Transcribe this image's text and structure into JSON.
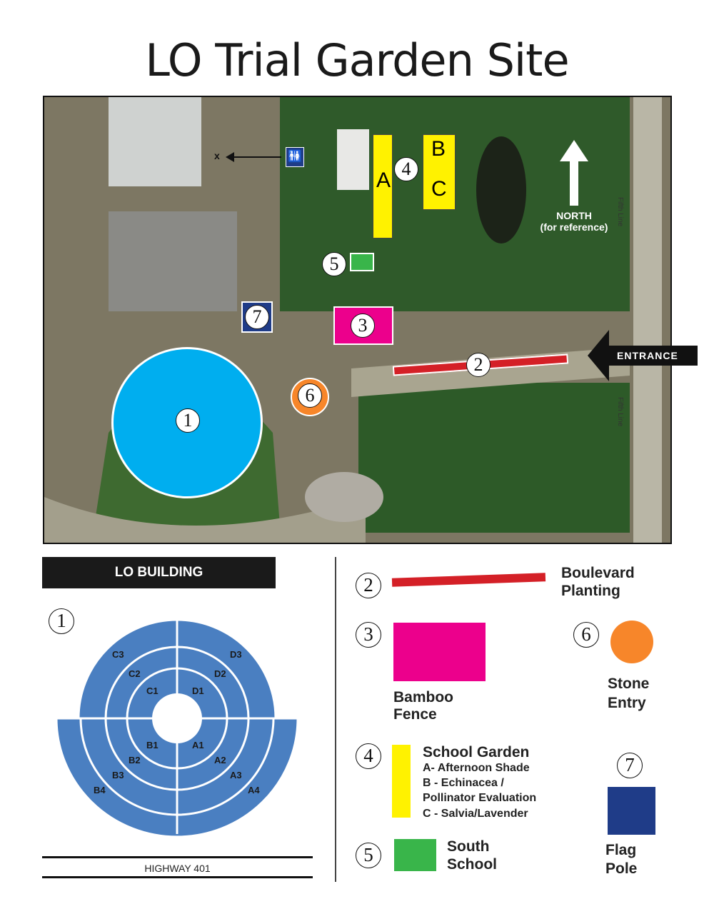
{
  "title": "LO Trial Garden Site",
  "map": {
    "north_label": "NORTH",
    "north_sub": "(for reference)",
    "entrance_label": "ENTRANCE",
    "washroom_marker": "x",
    "road_label": "Fifth Line",
    "letters": [
      "A",
      "B",
      "C"
    ],
    "markers": [
      "1",
      "2",
      "3",
      "4",
      "5",
      "6",
      "7"
    ]
  },
  "legend": {
    "building_label": "LO BUILDING",
    "plan_number": "1",
    "plots": [
      "C3",
      "C2",
      "C1",
      "D3",
      "D2",
      "D1",
      "B1",
      "B2",
      "B3",
      "B4",
      "A1",
      "A2",
      "A3",
      "A4"
    ],
    "highway": "HIGHWAY 401",
    "items": [
      {
        "num": "2",
        "label1": "Boulevard",
        "label2": "Planting",
        "color": "#d42027"
      },
      {
        "num": "3",
        "label1": "Bamboo",
        "label2": "Fence",
        "color": "#ec008c"
      },
      {
        "num": "4",
        "title": "School Garden",
        "lines": [
          "A- Afternoon Shade",
          "B - Echinacea /",
          "Pollinator Evaluation",
          "C - Salvia/Lavender"
        ],
        "color": "#fff200"
      },
      {
        "num": "5",
        "label1": "South",
        "label2": "School",
        "color": "#39b54a"
      },
      {
        "num": "6",
        "label1": "Stone",
        "label2": "Entry",
        "color": "#f7862a"
      },
      {
        "num": "7",
        "label1": "Flag",
        "label2": "Pole",
        "color": "#1f3c88"
      }
    ]
  }
}
